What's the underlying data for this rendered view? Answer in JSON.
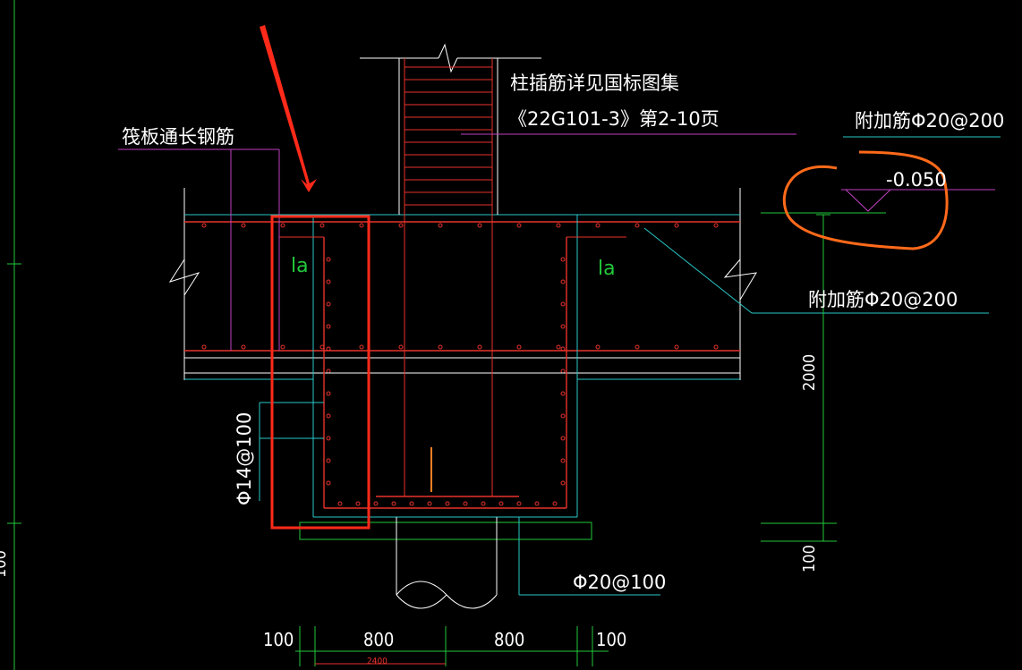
{
  "drawing": {
    "column_note_line1": "柱插筋详见国标图集",
    "column_note_line2": "《22G101-3》第2-10页",
    "raft_rebar_label": "筏板通长钢筋",
    "additional_rebar_top": "附加筋Φ20@200",
    "additional_rebar_mid": "附加筋Φ20@200",
    "elevation": "-0.050",
    "anchorage_left": "la",
    "anchorage_right": "la",
    "stirrup_label": "Φ14@100",
    "bottom_rebar_label": "Φ20@100",
    "dim_height": "2000",
    "dim_bottom": "100",
    "dim_left_cut": "100",
    "dim_100_left": "100",
    "dim_800_left": "800",
    "dim_800_right": "800",
    "dim_100_right": "100",
    "dim_2400": "2400"
  },
  "colors": {
    "background": "#000000",
    "rebar_red": "#e8322c",
    "outline_white": "#ffffff",
    "leader_cyan": "#28c8c8",
    "leader_magenta": "#c040c0",
    "dim_green": "#22c93a",
    "highlight_red": "#ff2a1a",
    "annotation_orange": "#ff6a1a"
  }
}
